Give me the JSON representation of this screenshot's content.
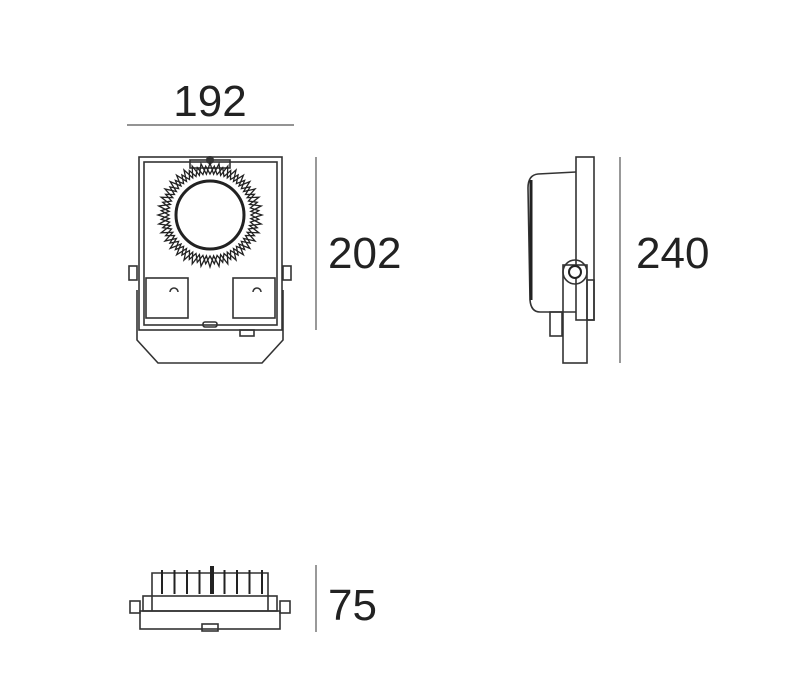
{
  "drawing": {
    "front_view": {
      "width_label": "192",
      "height_label": "202"
    },
    "side_view": {
      "height_label": "240"
    },
    "bottom_view": {
      "depth_label": "75"
    }
  }
}
